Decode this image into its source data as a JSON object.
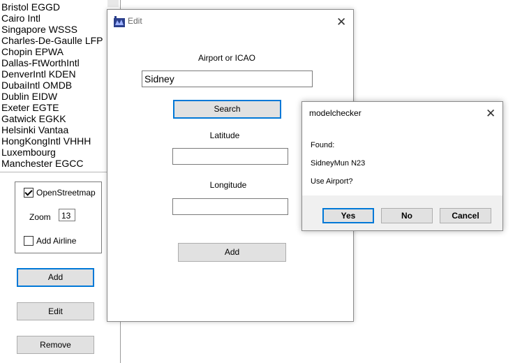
{
  "main": {
    "airports": [
      "Bristol EGGD",
      "Cairo Intl",
      "Singapore WSSS",
      "Charles-De-Gaulle LFP",
      "Chopin EPWA",
      "Dallas-FtWorthIntl",
      "DenverIntl KDEN",
      "DubaiIntl OMDB",
      "Dublin EIDW",
      "Exeter EGTE",
      "Gatwick EGKK",
      "Helsinki Vantaa",
      "HongKongIntl VHHH",
      "Luxembourg",
      "Manchester EGCC"
    ],
    "openstreetmap_label": "OpenStreetmap",
    "openstreetmap_checked": true,
    "zoom_label": "Zoom",
    "zoom_value": "13",
    "add_airline_label": "Add Airline",
    "add_airline_checked": false,
    "add_button": "Add",
    "edit_button": "Edit",
    "remove_button": "Remove"
  },
  "edit_dialog": {
    "title": "Edit",
    "airport_label": "Airport or ICAO",
    "airport_value": "Sidney",
    "search_button": "Search",
    "latitude_label": "Latitude",
    "latitude_value": "",
    "longitude_label": "Longitude",
    "longitude_value": "",
    "add_button": "Add"
  },
  "message_box": {
    "title": "modelchecker",
    "lines": [
      "Found:",
      "SidneyMun N23",
      "Use Airport?"
    ],
    "yes_button": "Yes",
    "no_button": "No",
    "cancel_button": "Cancel"
  },
  "colors": {
    "focus_border": "#0078d7",
    "button_face": "#e1e1e1"
  },
  "icons": {
    "dialog_icon": "app-icon",
    "close": "close-icon",
    "checkbox": "checkbox-icon"
  }
}
